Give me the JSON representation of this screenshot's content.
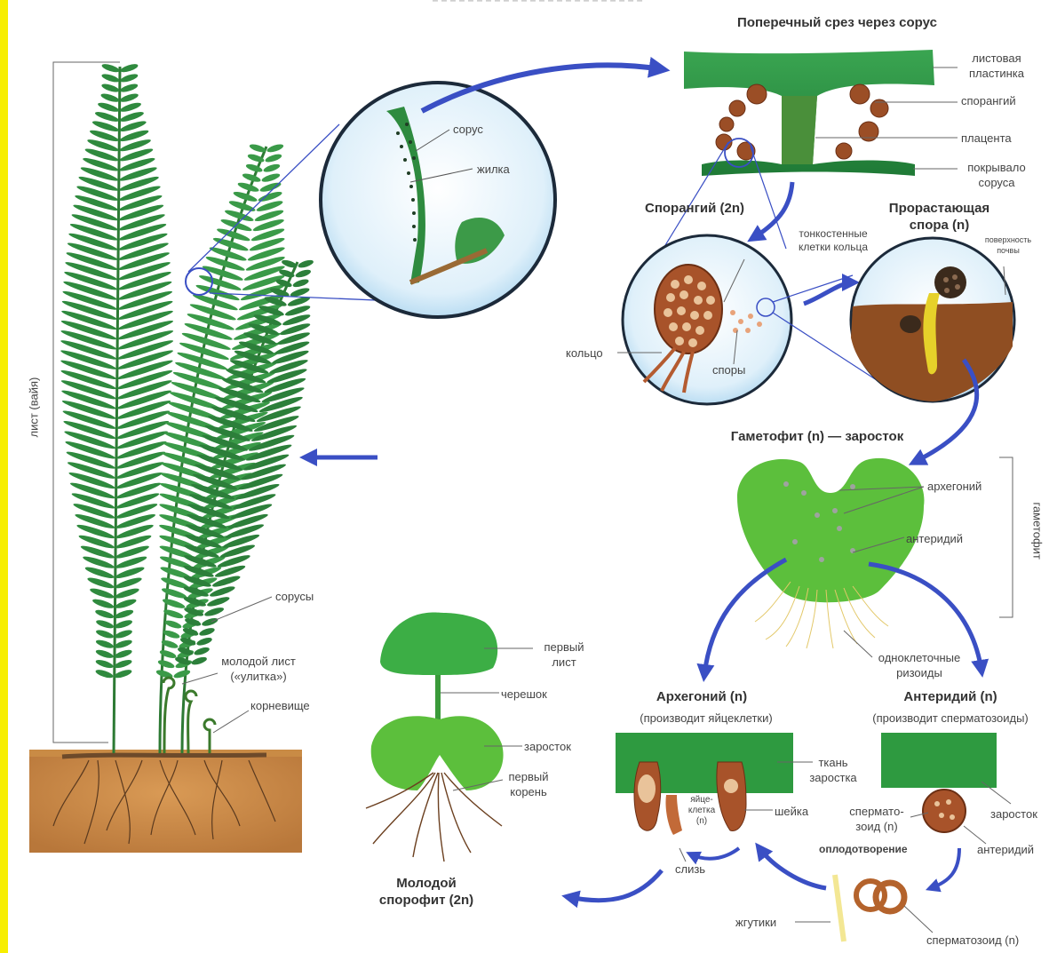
{
  "titles": {
    "top_fragment": "– – – – – – – – – – – – – – – – – – – – – – – –",
    "sorus_section": "Поперечный срез через сорус",
    "sporangium": "Спорангий (2n)",
    "sprouting_spore": "Прорастающая\nспора (n)",
    "gametophyte": "Гаметофит (n) — заросток",
    "archegonium": "Архегоний (n)",
    "antheridium": "Антеридий (n)",
    "young_sporophyte": "Молодой\nспорофит (2n)"
  },
  "labels": {
    "leaf_frond": "лист (вайя)",
    "sorus": "сорус",
    "vein": "жилка",
    "sori": "сорусы",
    "young_leaf": "молодой лист\n(«улитка»)",
    "rhizome": "корневище",
    "leaf_blade": "листовая\nпластинка",
    "sporangium_small": "спорангий",
    "placenta": "плацента",
    "indusium": "покрывало\nсоруса",
    "thin_wall_cells": "тонкостенные\nклетки кольца",
    "soil_surface": "поверхность\nпочвы",
    "ring": "кольцо",
    "spores": "споры",
    "archegonium_small": "архегоний",
    "antheridium_small": "антеридий",
    "gametophyte_vertical": "гаметофит",
    "rhizoids": "одноклеточные\nризоиды",
    "produces_eggs": "(производит яйцеклетки)",
    "produces_sperm": "(производит сперматозоиды)",
    "prothallus_tissue": "ткань\nзаростка",
    "egg_cell": "яйце-\nклетка\n(n)",
    "neck": "шейка",
    "mucus": "слизь",
    "sperm_in": "сперматo-\nзоид (n)",
    "prothallus": "заросток",
    "antheridium_lower": "антеридий",
    "fertilization": "оплодотворение",
    "flagella": "жгутики",
    "spermatozoid": "сперматозоид (n)",
    "first_leaf": "первый\nлист",
    "petiole": "черешок",
    "prothallus_sporophyte": "заросток",
    "first_root": "первый\nкорень"
  },
  "colors": {
    "arrow_blue": "#3a4fc4",
    "leaf_green": "#2f8a3e",
    "light_green": "#5cbf3c",
    "soil_brown": "#c98b45",
    "sporangium_brown": "#9b4e26",
    "highlight": "#f7ee00"
  }
}
